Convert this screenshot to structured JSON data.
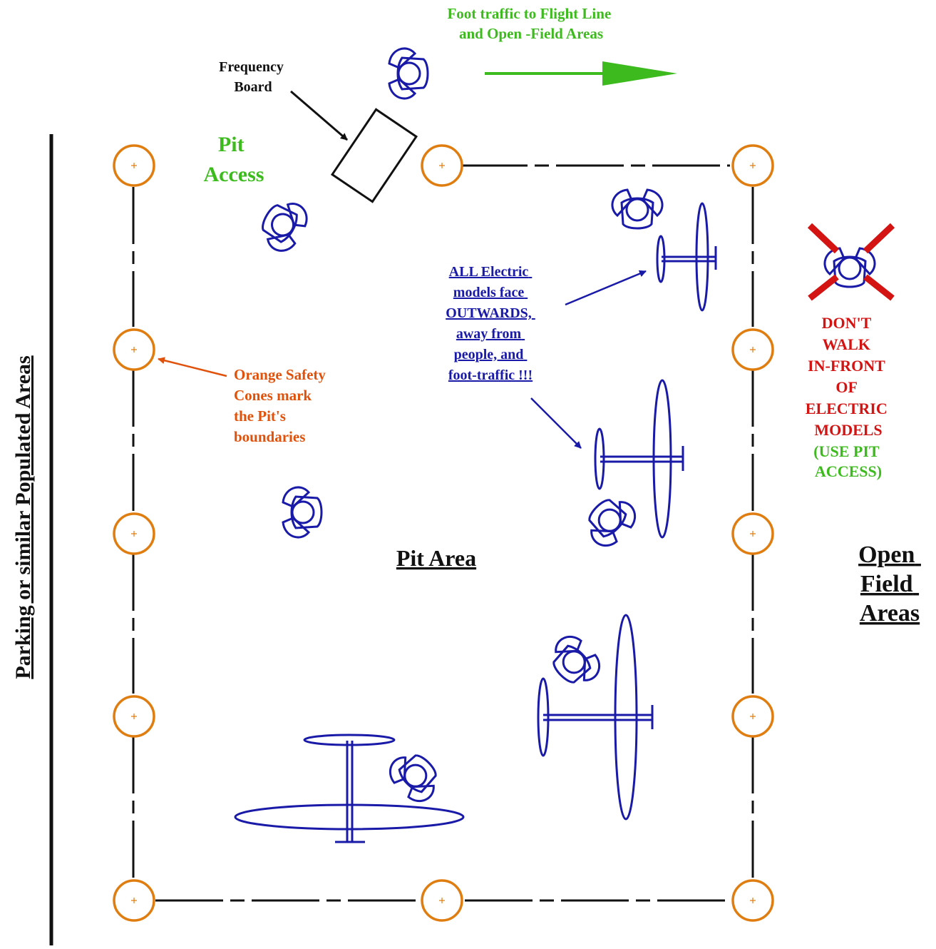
{
  "labels": {
    "foot_traffic": [
      "Foot traffic to Flight Line",
      "and Open -Field Areas"
    ],
    "frequency_board": [
      "Frequency",
      "Board"
    ],
    "pit_access": [
      "Pit",
      "Access"
    ],
    "electric_note": [
      "ALL Electric",
      "models face",
      "OUTWARDS,",
      "away from",
      "people, and",
      "foot-traffic !!!"
    ],
    "cones_note": [
      "Orange Safety",
      "Cones mark",
      "the Pit's",
      "boundaries"
    ],
    "dont_walk": [
      "DON'T",
      "WALK",
      "IN-FRONT",
      "OF",
      "ELECTRIC",
      "MODELS"
    ],
    "use_pit_access": [
      "(USE PIT",
      "ACCESS)"
    ],
    "pit_area": "Pit Area",
    "open_field": [
      "Open",
      "Field",
      "Areas"
    ],
    "parking": "Parking or similar Populated Areas"
  },
  "colors": {
    "green": "#3dbb1e",
    "blue": "#1a1aa8",
    "orange": "#e0520c",
    "cone": "#e07d10",
    "red": "#d41313",
    "black": "#111111"
  },
  "icons": {
    "cone": "orange-safety-cone-icon",
    "person": "person-topdown-icon",
    "airplane": "model-airplane-icon",
    "prohibited": "red-x-icon"
  }
}
